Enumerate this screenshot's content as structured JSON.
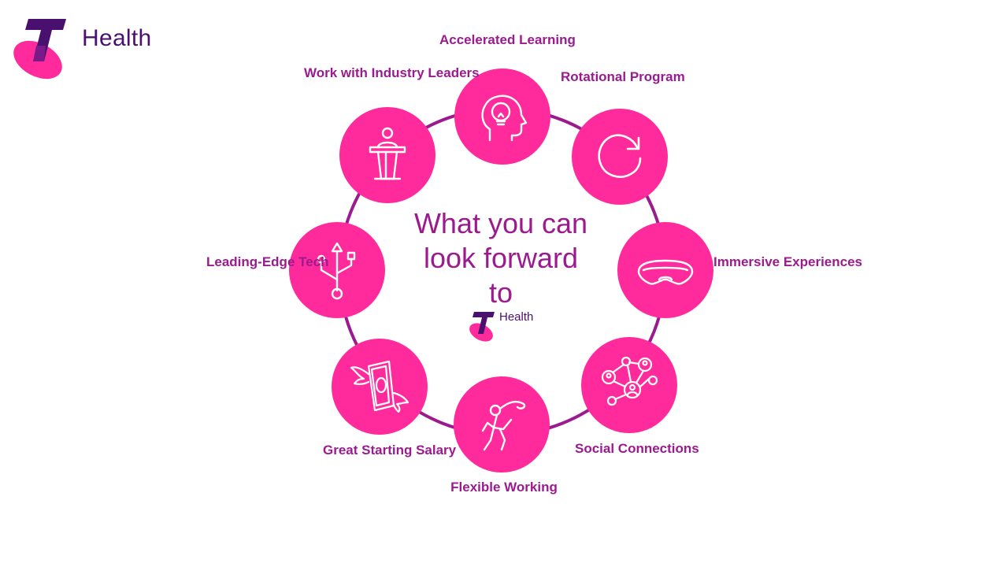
{
  "brand": {
    "name": "Health",
    "logo_icon": "telstra-t-logo"
  },
  "center": {
    "title": "What you can look forward to",
    "brand": "Health"
  },
  "items": [
    {
      "label": "Accelerated Learning",
      "icon": "lightbulb-head-icon"
    },
    {
      "label": "Rotational Program",
      "icon": "rotate-arrow-icon"
    },
    {
      "label": "Immersive Experiences",
      "icon": "vr-headset-icon"
    },
    {
      "label": "Social Connections",
      "icon": "network-people-icon"
    },
    {
      "label": "Flexible Working",
      "icon": "flexible-person-icon"
    },
    {
      "label": "Great Starting Salary",
      "icon": "flying-money-icon"
    },
    {
      "label": "Leading-Edge Tech",
      "icon": "usb-icon"
    },
    {
      "label": "Work with Industry Leaders",
      "icon": "podium-speaker-icon"
    }
  ],
  "colors": {
    "accent": "#ff2a9b",
    "text": "#9b1b8f",
    "brand_dark": "#4a1070",
    "ring": "#9b1b8f"
  }
}
